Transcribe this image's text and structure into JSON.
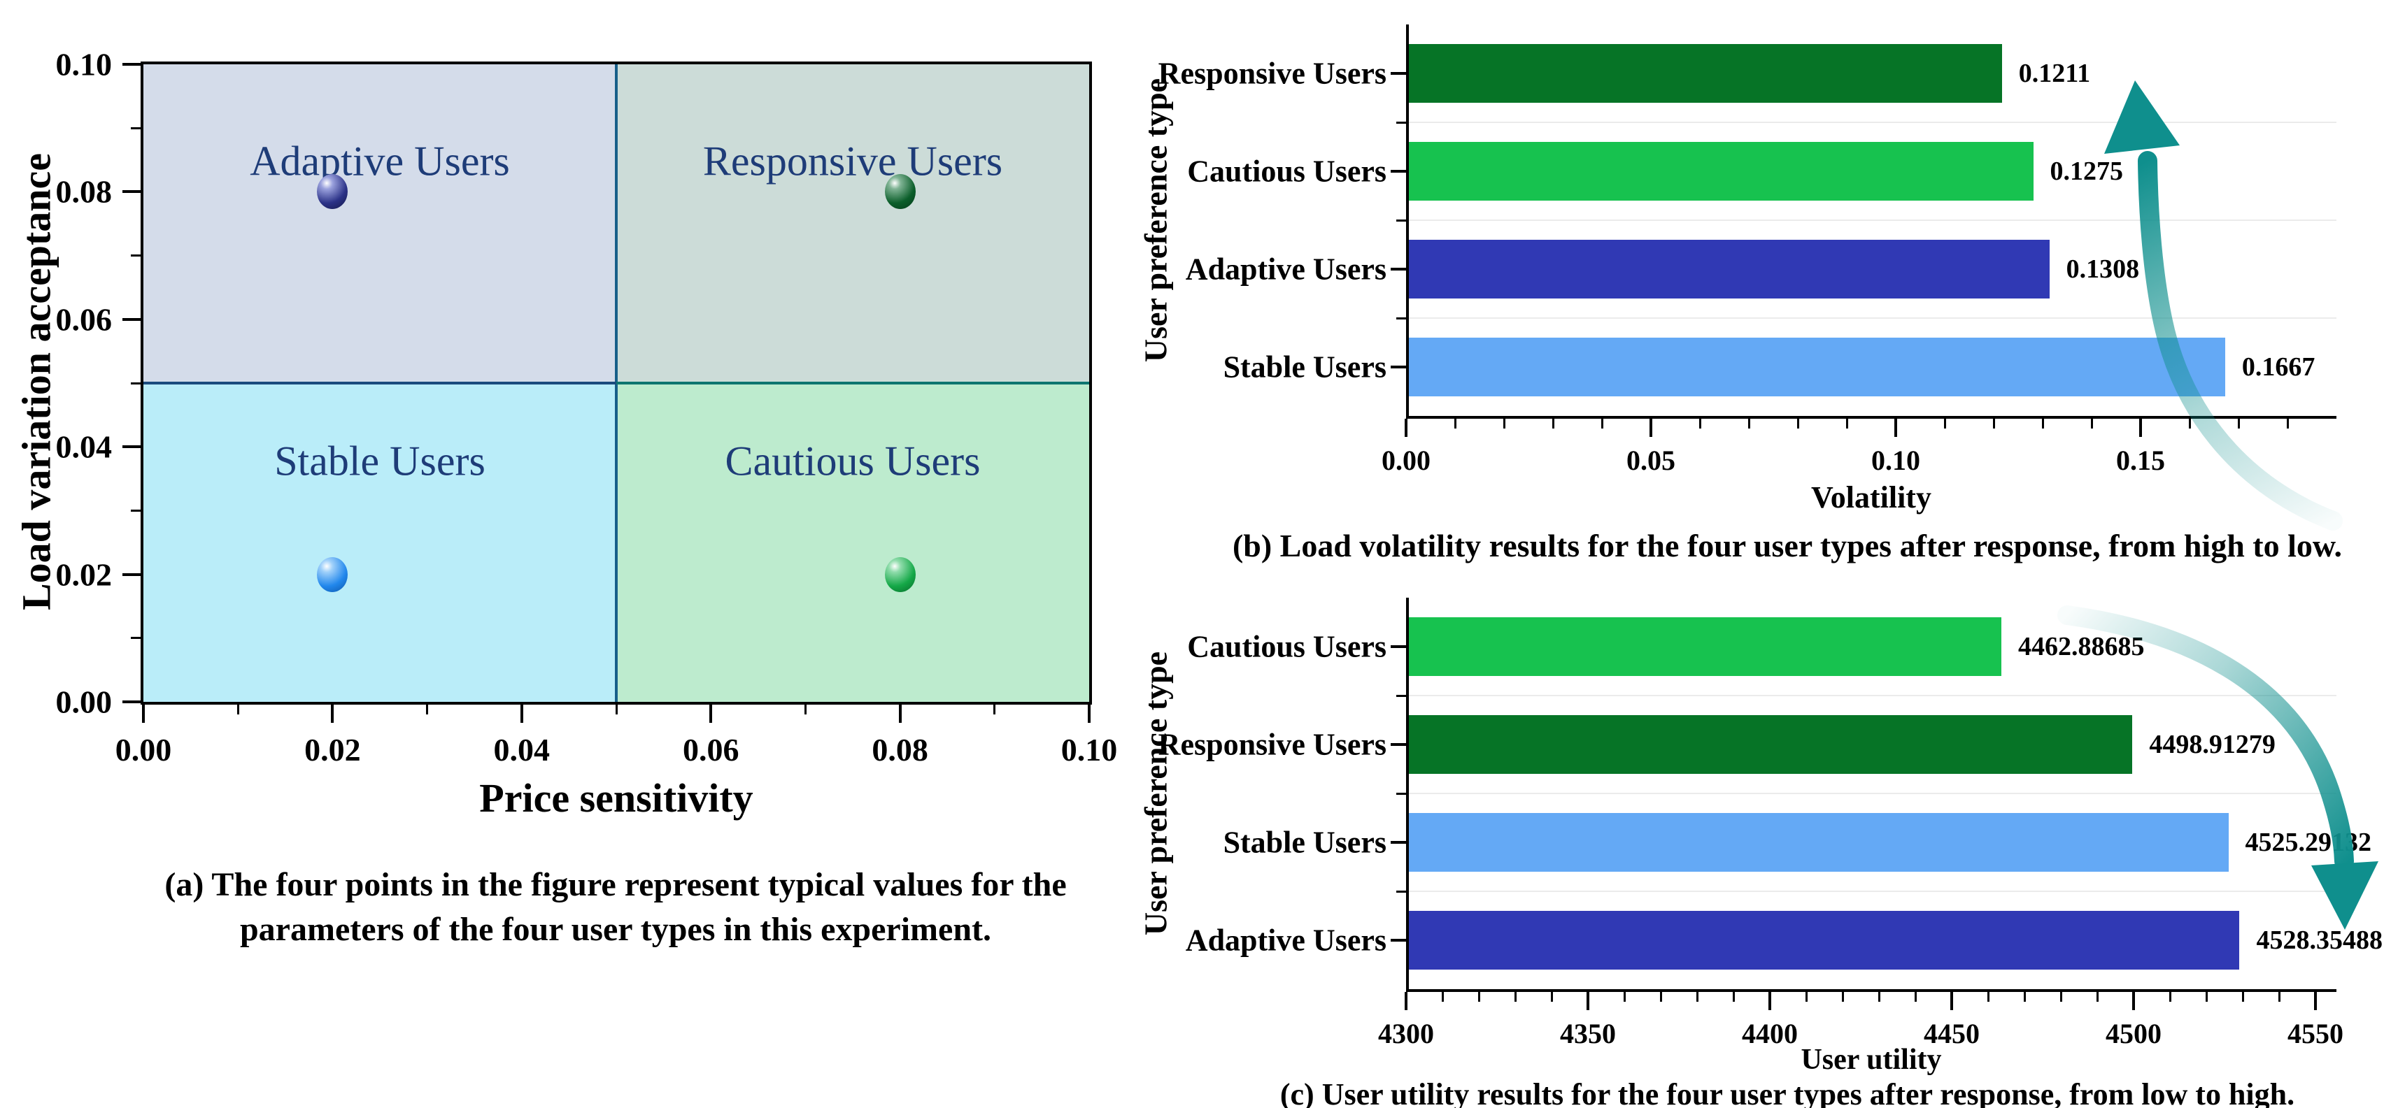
{
  "chart_data": [
    {
      "id": "a",
      "type": "scatter",
      "xlabel": "Price sensitivity",
      "ylabel": "Load variation acceptance",
      "xlim": [
        0.0,
        0.1
      ],
      "ylim": [
        0.0,
        0.1
      ],
      "x_ticks": [
        "0.00",
        "0.02",
        "0.04",
        "0.06",
        "0.08",
        "0.10"
      ],
      "y_ticks": [
        "0.00",
        "0.02",
        "0.04",
        "0.06",
        "0.08",
        "0.10"
      ],
      "quadrant_split_x": 0.05,
      "quadrant_split_y": 0.05,
      "label_color": "#1e3c78",
      "divider_colors": {
        "vertical": "#175f89",
        "horizontal_left": "#1b4b7e",
        "horizontal_right": "#0e7570"
      },
      "quadrants": [
        {
          "label": "Adaptive Users",
          "position": "top-left",
          "bg": "#d4dcea"
        },
        {
          "label": "Responsive Users",
          "position": "top-right",
          "bg": "#ccdcd8"
        },
        {
          "label": "Stable Users",
          "position": "bottom-left",
          "bg": "#baedf9"
        },
        {
          "label": "Cautious Users",
          "position": "bottom-right",
          "bg": "#bdebce"
        }
      ],
      "points": [
        {
          "label": "Adaptive Users",
          "x": 0.02,
          "y": 0.08,
          "color": "#2b3287",
          "highlight": "#9aa1dd",
          "shadow": "#141848"
        },
        {
          "label": "Responsive Users",
          "x": 0.08,
          "y": 0.08,
          "color": "#0b5e2a",
          "highlight": "#7fb394",
          "shadow": "#053a19"
        },
        {
          "label": "Stable Users",
          "x": 0.02,
          "y": 0.02,
          "color": "#2187ec",
          "highlight": "#9fd0fa",
          "shadow": "#0d55a8"
        },
        {
          "label": "Cautious Users",
          "x": 0.08,
          "y": 0.02,
          "color": "#14a847",
          "highlight": "#8fdcab",
          "shadow": "#086a2a"
        }
      ],
      "caption_lines": [
        "(a) The four points in the figure represent typical values for the",
        "parameters of the four user types in this experiment."
      ]
    },
    {
      "id": "b",
      "type": "bar",
      "orientation": "horizontal",
      "categories": [
        "Responsive Users",
        "Cautious Users",
        "Adaptive Users",
        "Stable Users"
      ],
      "values": [
        0.1211,
        0.1275,
        0.1308,
        0.1667
      ],
      "value_labels": [
        "0.1211",
        "0.1275",
        "0.1308",
        "0.1667"
      ],
      "bar_colors": [
        "#067426",
        "#17c24f",
        "#3039b4",
        "#64a9f5"
      ],
      "xlabel": "Volatility",
      "ylabel": "User preference type",
      "xlim": [
        0.0,
        0.19
      ],
      "x_ticks": [
        "0.00",
        "0.05",
        "0.10",
        "0.15"
      ],
      "x_tick_values": [
        0,
        0.05,
        0.1,
        0.15
      ],
      "minor_tick_step": 0.01,
      "arrow": {
        "direction": "up",
        "color": "#0f8f8d"
      },
      "caption": "(b) Load volatility results for the four user types after response, from high to low."
    },
    {
      "id": "c",
      "type": "bar",
      "orientation": "horizontal",
      "categories": [
        "Cautious Users",
        "Responsive Users",
        "Stable Users",
        "Adaptive Users"
      ],
      "values": [
        4462.88685,
        4498.91279,
        4525.29132,
        4528.35488
      ],
      "value_labels": [
        "4462.88685",
        "4498.91279",
        "4525.29132",
        "4528.35488"
      ],
      "bar_colors": [
        "#17c24f",
        "#067426",
        "#64a9f5",
        "#3039b4"
      ],
      "xlabel": "User utility",
      "ylabel": "User preference type",
      "xlim": [
        4300,
        4555
      ],
      "x_ticks": [
        "4300",
        "4350",
        "4400",
        "4450",
        "4500",
        "4550"
      ],
      "x_tick_values": [
        4300,
        4350,
        4400,
        4450,
        4500,
        4550
      ],
      "minor_tick_step": 10,
      "arrow": {
        "direction": "down",
        "color": "#0f8f8d"
      },
      "caption": "(c) User utility results for the four user  types after response, from low to high."
    }
  ]
}
